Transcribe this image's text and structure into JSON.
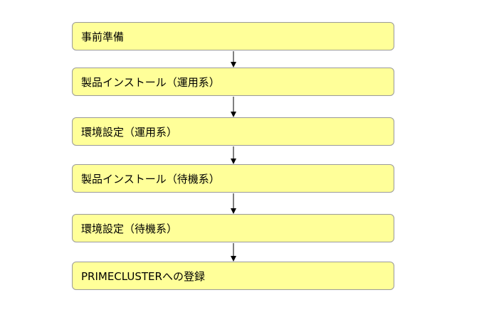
{
  "steps": [
    {
      "label": "事前準備"
    },
    {
      "label": "製品インストール（運用系）"
    },
    {
      "label": "環境設定（運用系）"
    },
    {
      "label": "製品インストール（待機系）"
    },
    {
      "label": "環境設定（待機系）"
    },
    {
      "label": "PRIMECLUSTERへの登録"
    }
  ],
  "colors": {
    "box_fill": "#ffff99",
    "box_border": "#9a9a9a",
    "arrow": "#000000"
  }
}
